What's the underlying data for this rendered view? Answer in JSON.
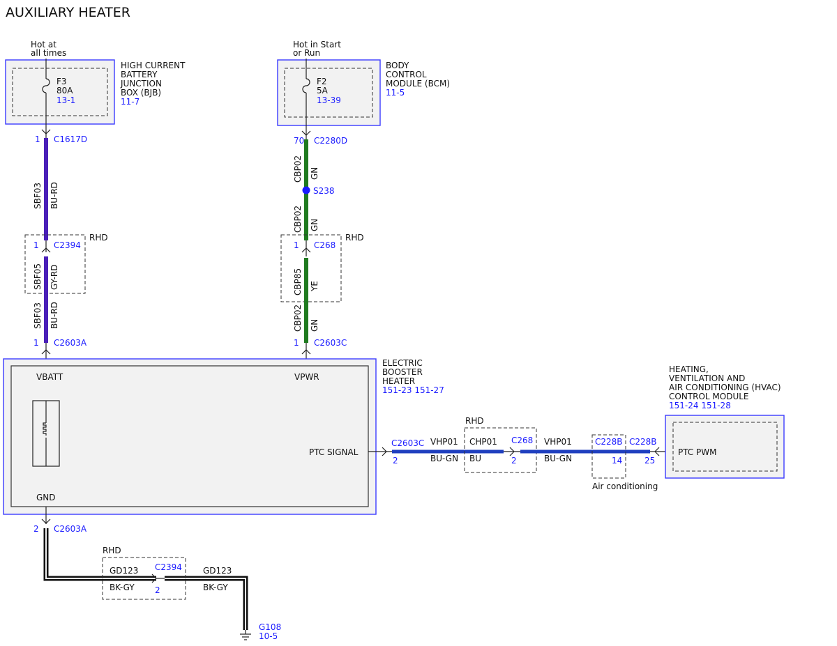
{
  "title": "AUXILIARY HEATER",
  "power_sources": {
    "left": {
      "line1": "Hot at",
      "line2": "all times"
    },
    "middle": {
      "line1": "Hot in Start",
      "line2": "or Run"
    }
  },
  "bjb": {
    "name_lines": [
      "HIGH CURRENT",
      "BATTERY",
      "JUNCTION",
      "BOX (BJB)"
    ],
    "ref": "11-7",
    "fuse": {
      "id": "F3",
      "rating": "80A",
      "ref": "13-1"
    }
  },
  "bcm": {
    "name_lines": [
      "BODY",
      "CONTROL",
      "MODULE (BCM)"
    ],
    "ref": "11-5",
    "fuse": {
      "id": "F2",
      "rating": "5A",
      "ref": "13-39"
    }
  },
  "left_circuit": {
    "c1617d": {
      "pin": "1",
      "name": "C1617D"
    },
    "wire1": {
      "circuit": "SBF03",
      "color": "BU-RD"
    },
    "c2394": {
      "pin": "1",
      "name": "C2394",
      "rhd": "RHD"
    },
    "wire2": {
      "circuit": "SBF05",
      "color": "GY-RD"
    },
    "wire3": {
      "circuit": "SBF03",
      "color": "BU-RD"
    },
    "c2603a": {
      "pin": "1",
      "name": "C2603A"
    }
  },
  "middle_circuit": {
    "c2280d": {
      "pin": "70",
      "name": "C2280D"
    },
    "wire1": {
      "circuit": "CBP02",
      "color": "GN"
    },
    "splice": "S238",
    "wire2": {
      "circuit": "CBP02",
      "color": "GN"
    },
    "c268": {
      "pin": "1",
      "name": "C268",
      "rhd": "RHD"
    },
    "wire3": {
      "circuit": "CBP85",
      "color": "YE"
    },
    "wire4": {
      "circuit": "CBP02",
      "color": "GN"
    },
    "c2603c": {
      "pin": "1",
      "name": "C2603C"
    }
  },
  "heater": {
    "name_lines": [
      "ELECTRIC",
      "BOOSTER",
      "HEATER"
    ],
    "refs": "151-23  151-27",
    "vbatt": "VBATT",
    "vpwr": "VPWR",
    "ptc_signal": "PTC SIGNAL",
    "gnd": "GND"
  },
  "signal_circuit": {
    "c2603c": {
      "pin": "2",
      "name": "C2603C"
    },
    "wire1": {
      "circuit": "VHP01",
      "color": "BU-GN"
    },
    "rhd": "RHD",
    "wire2": {
      "circuit": "CHP01",
      "color": "BU"
    },
    "c268": {
      "pin": "2",
      "name": "C268"
    },
    "wire3": {
      "circuit": "VHP01",
      "color": "BU-GN"
    },
    "c228b_a": {
      "pin": "14",
      "name": "C228B"
    },
    "c228b_b": {
      "pin": "25",
      "name": "C228B"
    },
    "option": "Air conditioning"
  },
  "hvac": {
    "name_lines": [
      "HEATING,",
      "VENTILATION AND",
      "AIR CONDITIONING (HVAC)",
      "CONTROL MODULE"
    ],
    "refs": "151-24  151-28",
    "ptc_pwm": "PTC PWM"
  },
  "ground_circuit": {
    "c2603a": {
      "pin": "2",
      "name": "C2603A"
    },
    "rhd": "RHD",
    "wire1": {
      "circuit": "GD123",
      "color": "BK-GY"
    },
    "c2394": {
      "pin": "2",
      "name": "C2394"
    },
    "wire2": {
      "circuit": "GD123",
      "color": "BK-GY"
    },
    "ground": {
      "name": "G108",
      "ref": "10-5"
    }
  },
  "colors": {
    "blue_wire": "#4a1fb8",
    "green_wire": "#1f7a1f",
    "signal_wire": "#1f3fbf",
    "ground_wire": "#111111",
    "reference_text": "#1a1aff",
    "module_border": "#3b3bff"
  }
}
